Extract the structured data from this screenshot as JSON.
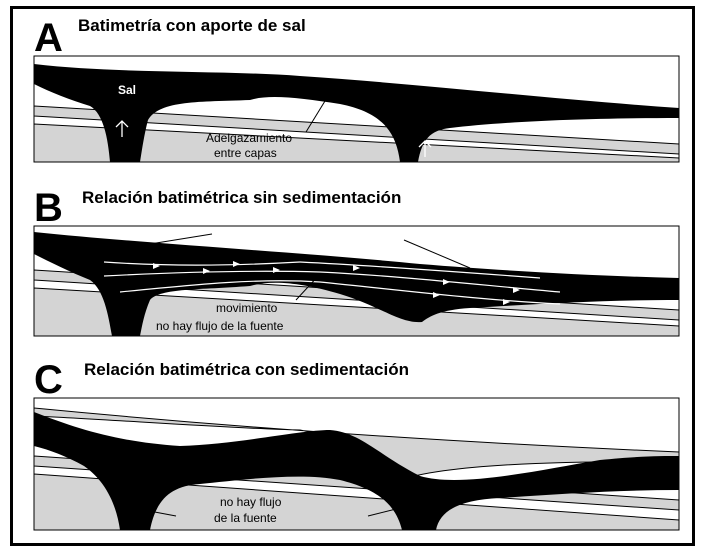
{
  "panels": [
    {
      "letter": "A",
      "title": "Batimetría con aporte de sal"
    },
    {
      "letter": "B",
      "title": "Relación batimétrica sin sedimentación"
    },
    {
      "letter": "C",
      "title": "Relación batimétrica con sedimentación"
    }
  ],
  "labels": {
    "salt": "Sal",
    "thinning_1": "Adelgazamiento",
    "thinning_2": "entre capas",
    "movement": "movimiento",
    "no_flow_b": "no hay flujo de la fuente",
    "no_flow_c_1": "no hay flujo",
    "no_flow_c_2": "de la fuente"
  },
  "colors": {
    "salt": "#000000",
    "strata": "#d4d4d4",
    "background": "#ffffff"
  }
}
